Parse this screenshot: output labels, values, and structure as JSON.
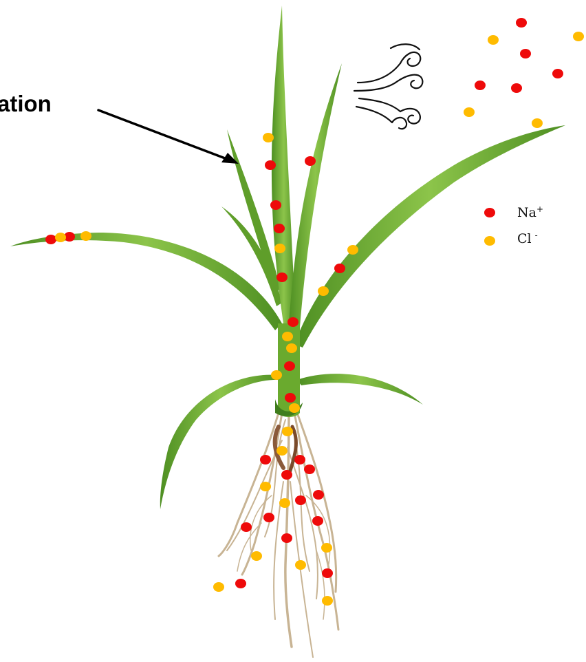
{
  "diagram": {
    "annotation_label": "ation",
    "legend": [
      {
        "label": "Na",
        "superscript": "+",
        "color": "#ee0a0a"
      },
      {
        "label": "Cl",
        "superscript": "-",
        "color": "#ffbb00"
      }
    ],
    "colors": {
      "sodium": "#ee0a0a",
      "chloride": "#ffbb00",
      "leaf": "#6aaa2e",
      "leaf_dark": "#3f7d1c",
      "root": "#cdbb9a",
      "root_dark": "#8a5a3a"
    },
    "wind_icon": "wind-swirl-icon",
    "arrow_icon": "arrow-icon"
  }
}
